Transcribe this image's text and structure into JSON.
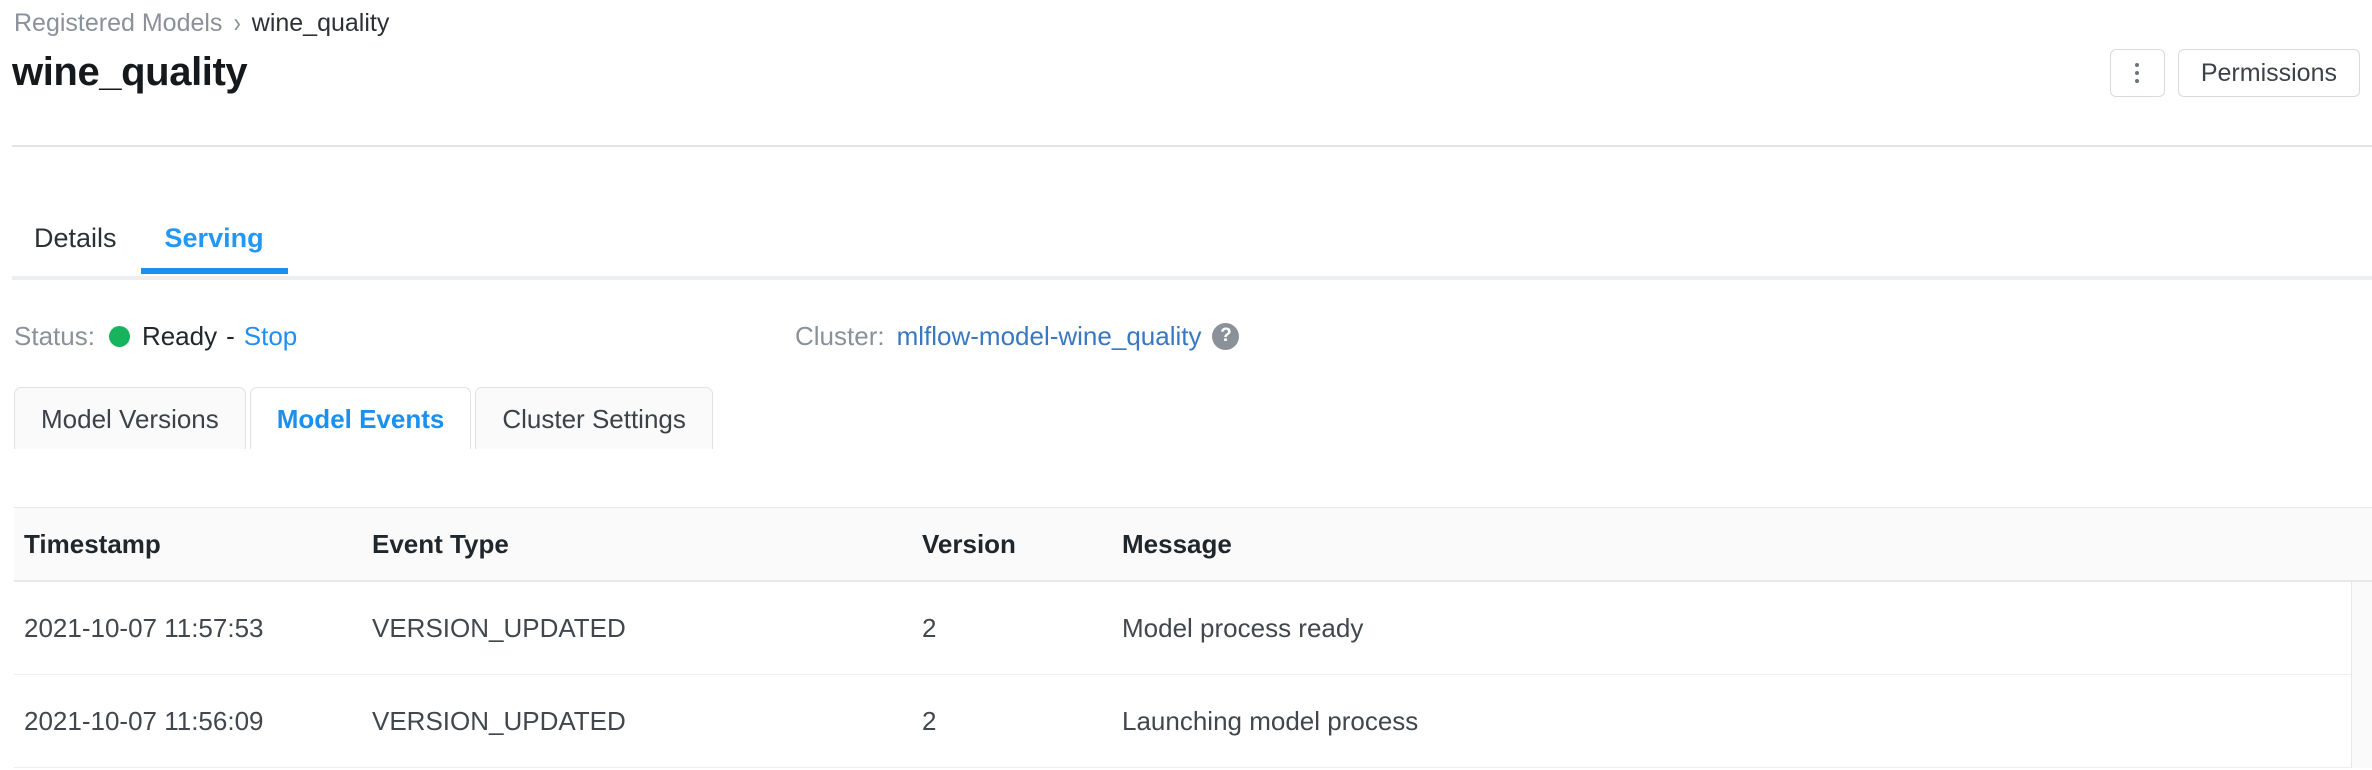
{
  "breadcrumb": {
    "parent": "Registered Models",
    "separator": "›",
    "current": "wine_quality"
  },
  "header": {
    "title": "wine_quality",
    "kebab_label": "More options",
    "permissions_label": "Permissions"
  },
  "tabs": [
    {
      "label": "Details",
      "active": false
    },
    {
      "label": "Serving",
      "active": true
    }
  ],
  "serving": {
    "status_label": "Status:",
    "status_value": "Ready",
    "status_color": "#16b45f",
    "separator": "-",
    "stop_label": "Stop",
    "cluster_label": "Cluster:",
    "cluster_name": "mlflow-model-wine_quality",
    "help_glyph": "?"
  },
  "subtabs": [
    {
      "label": "Model Versions",
      "active": false
    },
    {
      "label": "Model Events",
      "active": true
    },
    {
      "label": "Cluster Settings",
      "active": false
    }
  ],
  "events_table": {
    "columns": [
      "Timestamp",
      "Event Type",
      "Version",
      "Message"
    ],
    "rows": [
      {
        "timestamp": "2021-10-07 11:57:53",
        "event_type": "VERSION_UPDATED",
        "version": "2",
        "message": "Model process ready"
      },
      {
        "timestamp": "2021-10-07 11:56:09",
        "event_type": "VERSION_UPDATED",
        "version": "2",
        "message": "Launching model process"
      }
    ]
  },
  "colors": {
    "accent_blue": "#1a90f0",
    "link_blue": "#1f8ef5",
    "cluster_link": "#3878c0",
    "status_green": "#16b45f",
    "muted_text": "#8a9199"
  }
}
